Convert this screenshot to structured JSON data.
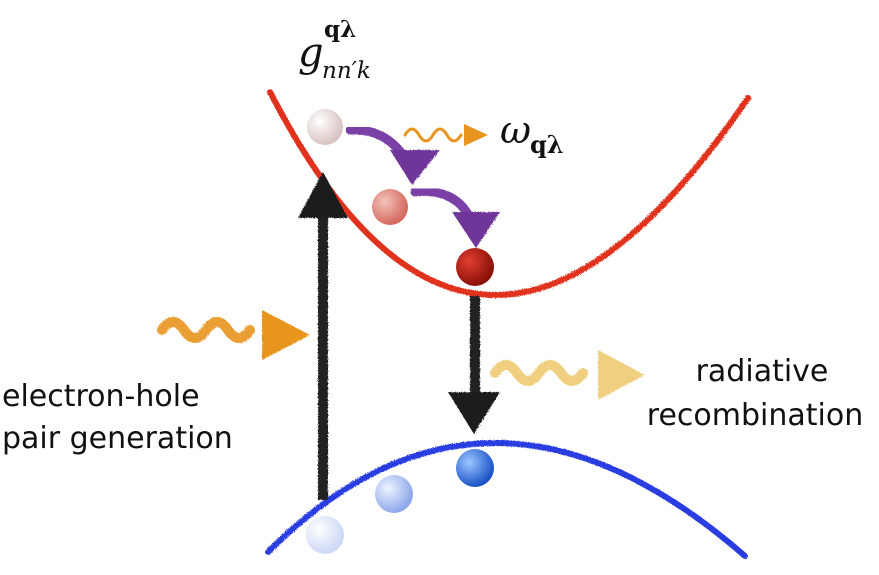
{
  "labels": {
    "coupling_symbol": "g",
    "coupling_superscript": "qλ",
    "coupling_subscript": "nn′k",
    "phonon_symbol": "ω",
    "phonon_subscript": "qλ",
    "generation_line1": "electron-hole",
    "generation_line2": "pair generation",
    "recombination_line1": "radiative",
    "recombination_line2": "recombination"
  },
  "colors": {
    "conduction_band": "#e0301e",
    "valence_band": "#2a3de0",
    "excitation_arrow": "#222222",
    "scattering_arrow": "#7a3fa6",
    "incoming_photon": "#e8951f",
    "emitted_phonon": "#e8951f",
    "emitted_photon": "#f0d080",
    "electron_light": "#ead8d8",
    "electron_mid": "#e0857a",
    "electron_dark": "#b01a10",
    "hole_light": "#dfe6fb",
    "hole_mid": "#aec1f5",
    "hole_dark": "#2f6fe0"
  },
  "icons": {
    "electron": "filled-circle",
    "hole": "filled-circle",
    "photon": "wavy-arrow",
    "phonon": "wavy-arrow"
  }
}
